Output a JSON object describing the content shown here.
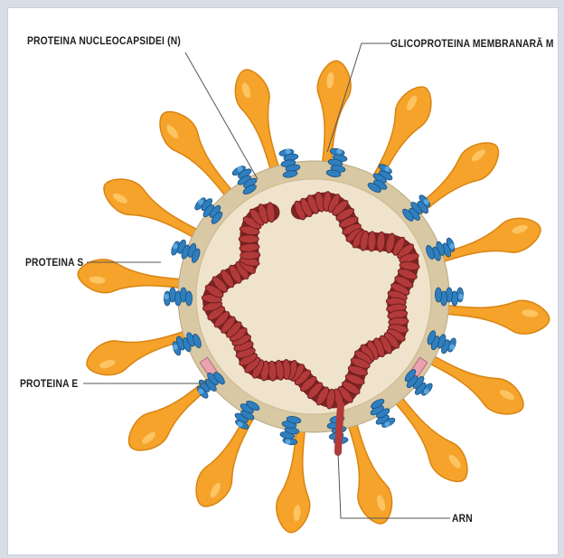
{
  "labels": {
    "nucleocapsid": "PROTEINA NUCLEOCAPSIDEI (N)",
    "membrane": "GLICOPROTEINA MEMBRANARĂ M",
    "spike": "PROTEINA S",
    "envelope": "PROTEINA E",
    "rna": "ARN"
  },
  "colors": {
    "spike": "#f5a32a",
    "spike_dark": "#d98412",
    "envelope_ring": "#d8c8a4",
    "interior": "#efe3cc",
    "membrane_protein": "#2f7fbf",
    "rna": "#b33a3a",
    "envelope_protein": "#e9a3b0",
    "leader_line": "#555555"
  }
}
